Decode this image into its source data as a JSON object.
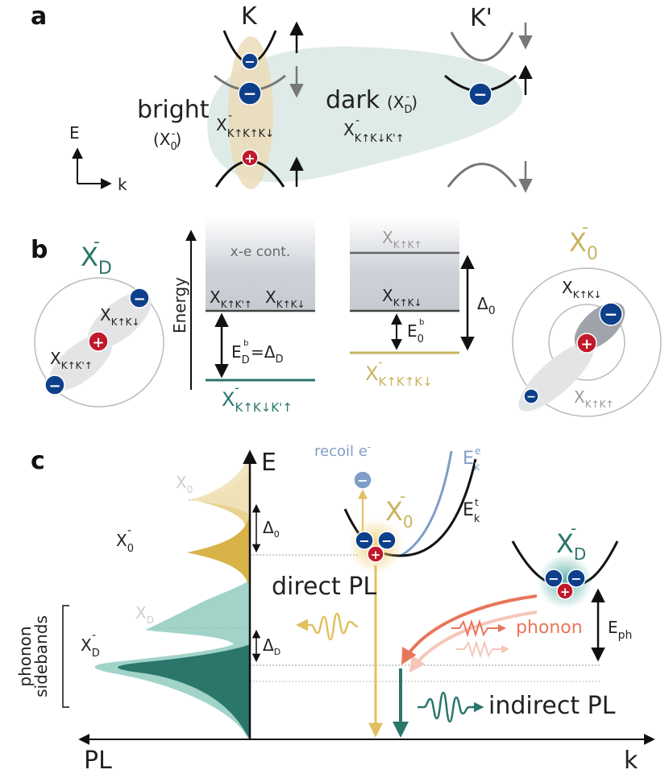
{
  "panel_a": {
    "label": "a",
    "valley_k": "K",
    "valley_kp": "K'",
    "bright": "bright",
    "bright_sym": "(X",
    "bright_sub": "0",
    "bright_end": ")",
    "dark": "dark",
    "dark_sym": "(X",
    "dark_sub": "D",
    "dark_end": ")",
    "bright_state_main": "X",
    "bright_state_sub": "K↑K↑K↓",
    "dark_state_main": "X",
    "dark_state_sub": "K↑K↓K'↑",
    "minus": "-",
    "axis_e": "E",
    "axis_k": "k"
  },
  "panel_b": {
    "label": "b",
    "xd_main": "X",
    "xd_sub": "D",
    "x0_main": "X",
    "x0_sub": "0",
    "minus": "-",
    "energy": "Energy",
    "continuum": "x-e cont.",
    "level_dark1_main": "X",
    "level_dark1_sub": "K↑K'↑",
    "level_dark2_main": "X",
    "level_dark2_sub": "K↑K↓",
    "level_bright_top_main": "X",
    "level_bright_top_sub": "K↑K↑",
    "level_bright_mid_main": "X",
    "level_bright_mid_sub": "K↑K↓",
    "ed_main": "E",
    "ed_sup": "b",
    "ed_sub": "D",
    "ed_eq": "=Δ",
    "ed_eq_sub": "D",
    "e0_main": "E",
    "e0_sup": "b",
    "e0_sub": "0",
    "delta0_main": "Δ",
    "delta0_sub": "0",
    "trion_dark_main": "X",
    "trion_dark_sub": "K↑K↓K'↑",
    "trion_bright_main": "X",
    "trion_bright_sub": "K↑K↑K↓",
    "circle_d_1_main": "X",
    "circle_d_1_sub": "K↑K↓",
    "circle_d_2_main": "X",
    "circle_d_2_sub": "K↑K'↑",
    "circle_0_1_main": "X",
    "circle_0_1_sub": "K↑K↓",
    "circle_0_2_main": "X",
    "circle_0_2_sub": "K↑K↑"
  },
  "panel_c": {
    "label": "c",
    "axis_e": "E",
    "axis_pl": "PL",
    "axis_k": "k",
    "x0_faded_main": "X",
    "x0_faded_sub": "0",
    "x0_main": "X",
    "x0_sub": "0",
    "xd_faded_main": "X",
    "xd_faded_sub": "D",
    "xd_main": "X",
    "xd_sub": "D",
    "minus": "-",
    "delta0_main": "Δ",
    "delta0_sub": "0",
    "deltad_main": "Δ",
    "deltad_sub": "D",
    "sidebands_line1": "phonon",
    "sidebands_line2": "sidebands",
    "recoil_main": "recoil e",
    "recoil_sup": "-",
    "eke_main": "E",
    "eke_sup": "e",
    "eke_sub": "k",
    "ekt_main": "E",
    "ekt_sup": "t",
    "ekt_sub": "k",
    "gold_x0_main": "X",
    "gold_x0_sub": "0",
    "teal_xd_main": "X",
    "teal_xd_sub": "D",
    "direct_pl": "direct PL",
    "phonon": "phonon",
    "eph_main": "E",
    "eph_sub": "ph",
    "indirect_pl": "indirect PL"
  },
  "symbols": {
    "electron": "−",
    "hole": "+"
  },
  "colors": {
    "electron": "#0e3f8a",
    "hole": "#c0192b",
    "teal": "#2a766b",
    "gold": "#c8b45e",
    "orange": "#e8755a",
    "blue": "#7f9ec7"
  }
}
